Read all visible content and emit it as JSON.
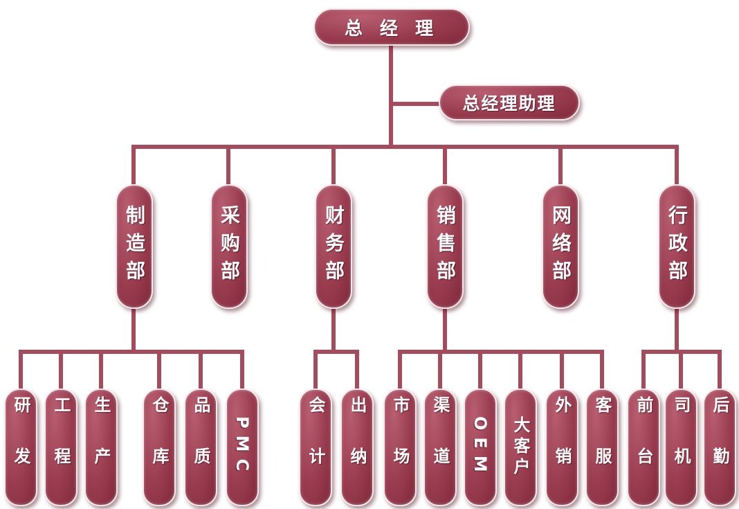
{
  "org": {
    "root": "总 经 理",
    "assistant": "总经理助理",
    "departments": {
      "manufacturing": "制造部",
      "purchasing": "采购部",
      "finance": "财务部",
      "sales": "销售部",
      "network": "网络部",
      "admin": "行政部"
    },
    "subunits": {
      "rnd": "研发",
      "engineering": "工程",
      "production": "生产",
      "warehouse": "仓库",
      "quality": "品质",
      "pmc": "PMC",
      "accounting": "会计",
      "cashier": "出纳",
      "market": "市场",
      "channel": "渠道",
      "oem": "OEM",
      "key_account": "大客户",
      "export_sales": "外销",
      "customer_service": "客服",
      "front_desk": "前台",
      "driver": "司机",
      "logistics": "后勤"
    }
  },
  "colors": {
    "node_fill": "#9a3c50",
    "node_border": "#f6e9ec",
    "connector": "#a64a5c"
  }
}
